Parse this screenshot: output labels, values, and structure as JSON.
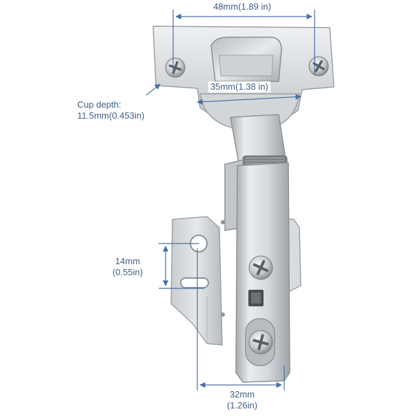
{
  "dimensions": {
    "top_width": "48mm(1.89 in)",
    "cup_diameter": "35mm(1.38 in)",
    "cup_depth_label": "Cup depth:",
    "cup_depth_value": "11.5mm(0.453in)",
    "hole_spacing_mm": "14mm",
    "hole_spacing_in": "(0.55in)",
    "arm_width_mm": "32mm",
    "arm_width_in": "(1.26in)"
  },
  "colors": {
    "annotation": "#4a6fa5",
    "metal_light": "#e4e6e8",
    "metal_mid": "#c7cbcf",
    "metal_dark": "#8e9398",
    "background": "#ffffff"
  },
  "icons": [
    "phillips-screw-icon"
  ]
}
